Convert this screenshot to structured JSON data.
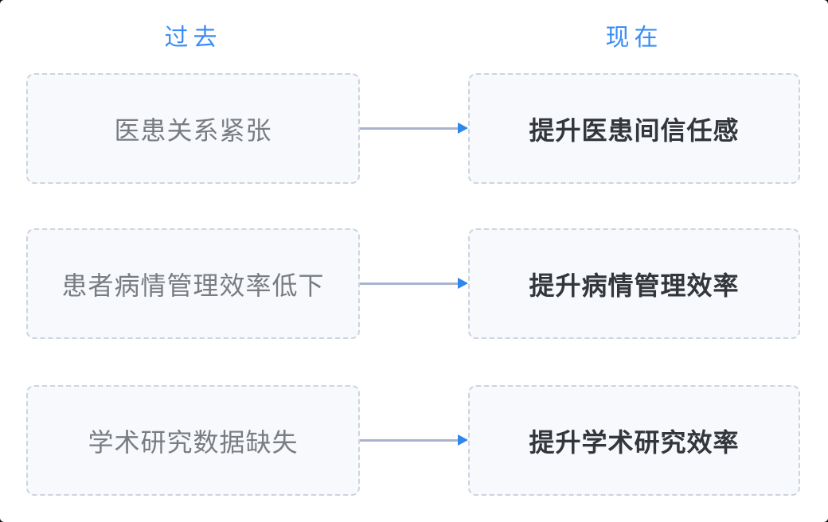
{
  "headers": {
    "past": "过去",
    "present": "现在"
  },
  "rows": [
    {
      "past": "医患关系紧张",
      "present": "提升医患间信任感"
    },
    {
      "past": "患者病情管理效率低下",
      "present": "提升病情管理效率"
    },
    {
      "past": "学术研究数据缺失",
      "present": "提升学术研究效率"
    }
  ],
  "icons": {
    "arrow": "arrow-right-icon"
  },
  "colors": {
    "canvas_bg": "#ffffff",
    "header_blue": "#3b8cf6",
    "past_text": "#797d82",
    "present_text": "#33373c",
    "node_bg": "#f7f9fc",
    "node_border": "#ccd4df",
    "arrow_line": "#a9b3cf",
    "arrow_head": "#2e86ef"
  }
}
